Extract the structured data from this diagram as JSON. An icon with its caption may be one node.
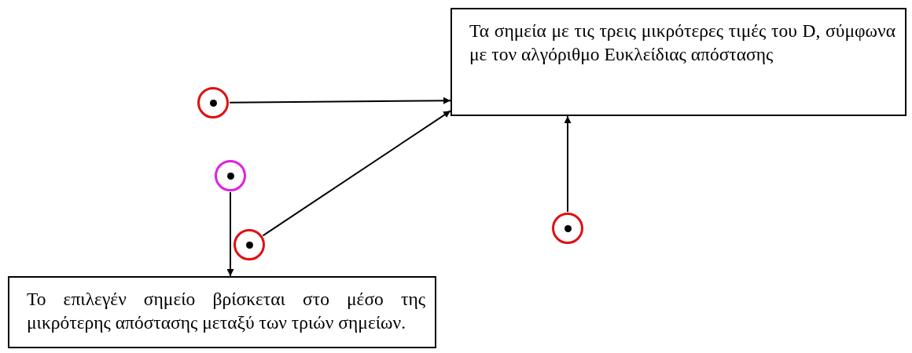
{
  "diagram": {
    "nodes": [
      {
        "text": [
          "Τα σημεία με τις τρεις μικρότερες τιμές του D, σύμφωνα με τον αλγόριθμο Ευκλείδιας απόστασης"
        ]
      },
      {
        "text": [],
        "shape": "circle"
      },
      {
        "text": [],
        "shape": "circle"
      },
      {
        "text": [],
        "shape": "circle"
      },
      {
        "text": [],
        "shape": "circle"
      },
      {
        "text": [
          "Το επιλεγέν σημείο βρίσκεται στο μέσο της μικρότερης απόστασης μεταξύ των τριών σημείων."
        ]
      }
    ],
    "edges": [
      {
        "from": 1,
        "to": 0,
        "arrow": "to"
      },
      {
        "from": 3,
        "to": 0,
        "arrow": "to"
      },
      {
        "from": 4,
        "to": 0,
        "arrow": "to"
      },
      {
        "from": 2,
        "to": 5,
        "arrow": "to"
      }
    ]
  }
}
